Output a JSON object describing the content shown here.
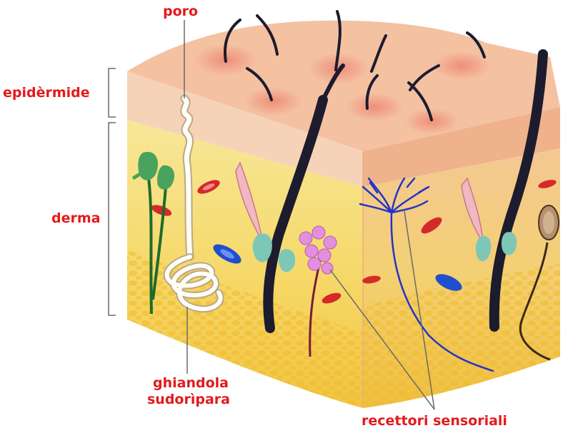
{
  "labels": {
    "poro": "poro",
    "epidermide": "epidèrmide",
    "derma": "derma",
    "ghiandola_line1": "ghiandola",
    "ghiandola_line2": "sudorìpara",
    "recettori": "recettori sensoriali"
  },
  "colors": {
    "label": "#e31a1c",
    "epidermis": "#f2b59a",
    "dermis": "#f7e89a",
    "fat": "#f5c84a",
    "hair": "#1c1c2e",
    "vessel_red": "#d42a2a",
    "vessel_blue": "#1f4fcf",
    "nerve": "#2533c8"
  }
}
